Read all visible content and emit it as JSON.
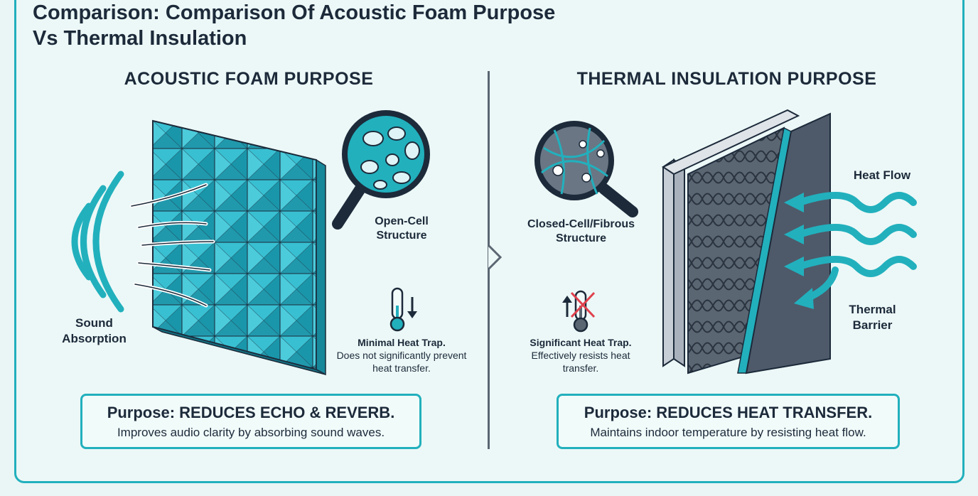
{
  "title": "Comparison: Comparison Of Acoustic Foam Purpose Vs Thermal Insulation",
  "colors": {
    "accent": "#22b0bd",
    "dark": "#1c2a3a",
    "foam": "#2bb5c8",
    "panel": "#4e5a6a",
    "heat_x": "#e0414d"
  },
  "left": {
    "heading": "ACOUSTIC FOAM PURPOSE",
    "sound_label": "Sound Absorption",
    "structure_label": "Open-Cell Structure",
    "heat_note_title": "Minimal Heat Trap.",
    "heat_note_desc": "Does not significantly prevent heat transfer.",
    "purpose_title": "Purpose: REDUCES ECHO & REVERB.",
    "purpose_desc": "Improves audio clarity by absorbing sound waves.",
    "icons": [
      "sound-waves-icon",
      "magnifier-icon",
      "thermometer-down-icon"
    ]
  },
  "right": {
    "heading": "THERMAL INSULATION PURPOSE",
    "structure_label": "Closed-Cell/Fibrous Structure",
    "heat_flow_label": "Heat Flow",
    "barrier_label": "Thermal Barrier",
    "heat_note_title": "Significant Heat Trap.",
    "heat_note_desc": "Effectively resists heat transfer.",
    "purpose_title": "Purpose: REDUCES HEAT TRANSFER.",
    "purpose_desc": "Maintains indoor temperature by resisting heat flow.",
    "icons": [
      "magnifier-icon",
      "thermometer-blocked-icon",
      "heat-arrow-icon"
    ]
  }
}
